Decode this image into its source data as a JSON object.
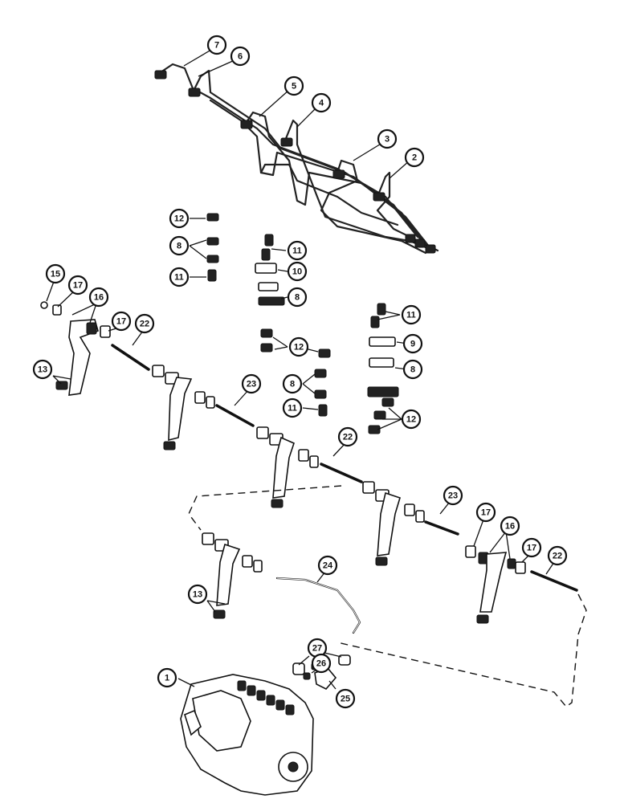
{
  "diagram": {
    "callouts": [
      {
        "id": "c7",
        "label": "7"
      },
      {
        "id": "c6",
        "label": "6"
      },
      {
        "id": "c5",
        "label": "5"
      },
      {
        "id": "c4",
        "label": "4"
      },
      {
        "id": "c3",
        "label": "3"
      },
      {
        "id": "c2",
        "label": "2"
      },
      {
        "id": "c12a",
        "label": "12"
      },
      {
        "id": "c8a",
        "label": "8"
      },
      {
        "id": "c11a",
        "label": "11"
      },
      {
        "id": "c11b",
        "label": "11"
      },
      {
        "id": "c10",
        "label": "10"
      },
      {
        "id": "c8b",
        "label": "8"
      },
      {
        "id": "c12b",
        "label": "12"
      },
      {
        "id": "c8c",
        "label": "8"
      },
      {
        "id": "c11c",
        "label": "11"
      },
      {
        "id": "c11d",
        "label": "11"
      },
      {
        "id": "c9",
        "label": "9"
      },
      {
        "id": "c8d",
        "label": "8"
      },
      {
        "id": "c12c",
        "label": "12"
      },
      {
        "id": "c15",
        "label": "15"
      },
      {
        "id": "c17a",
        "label": "17"
      },
      {
        "id": "c16a",
        "label": "16"
      },
      {
        "id": "c17b",
        "label": "17"
      },
      {
        "id": "c22a",
        "label": "22"
      },
      {
        "id": "c13a",
        "label": "13"
      },
      {
        "id": "c23a",
        "label": "23"
      },
      {
        "id": "c22b",
        "label": "22"
      },
      {
        "id": "c23b",
        "label": "23"
      },
      {
        "id": "c17c",
        "label": "17"
      },
      {
        "id": "c16b",
        "label": "16"
      },
      {
        "id": "c17d",
        "label": "17"
      },
      {
        "id": "c22c",
        "label": "22"
      },
      {
        "id": "c13b",
        "label": "13"
      },
      {
        "id": "c24",
        "label": "24"
      },
      {
        "id": "c27",
        "label": "27"
      },
      {
        "id": "c26",
        "label": "26"
      },
      {
        "id": "c25",
        "label": "25"
      },
      {
        "id": "c1",
        "label": "1"
      }
    ]
  }
}
